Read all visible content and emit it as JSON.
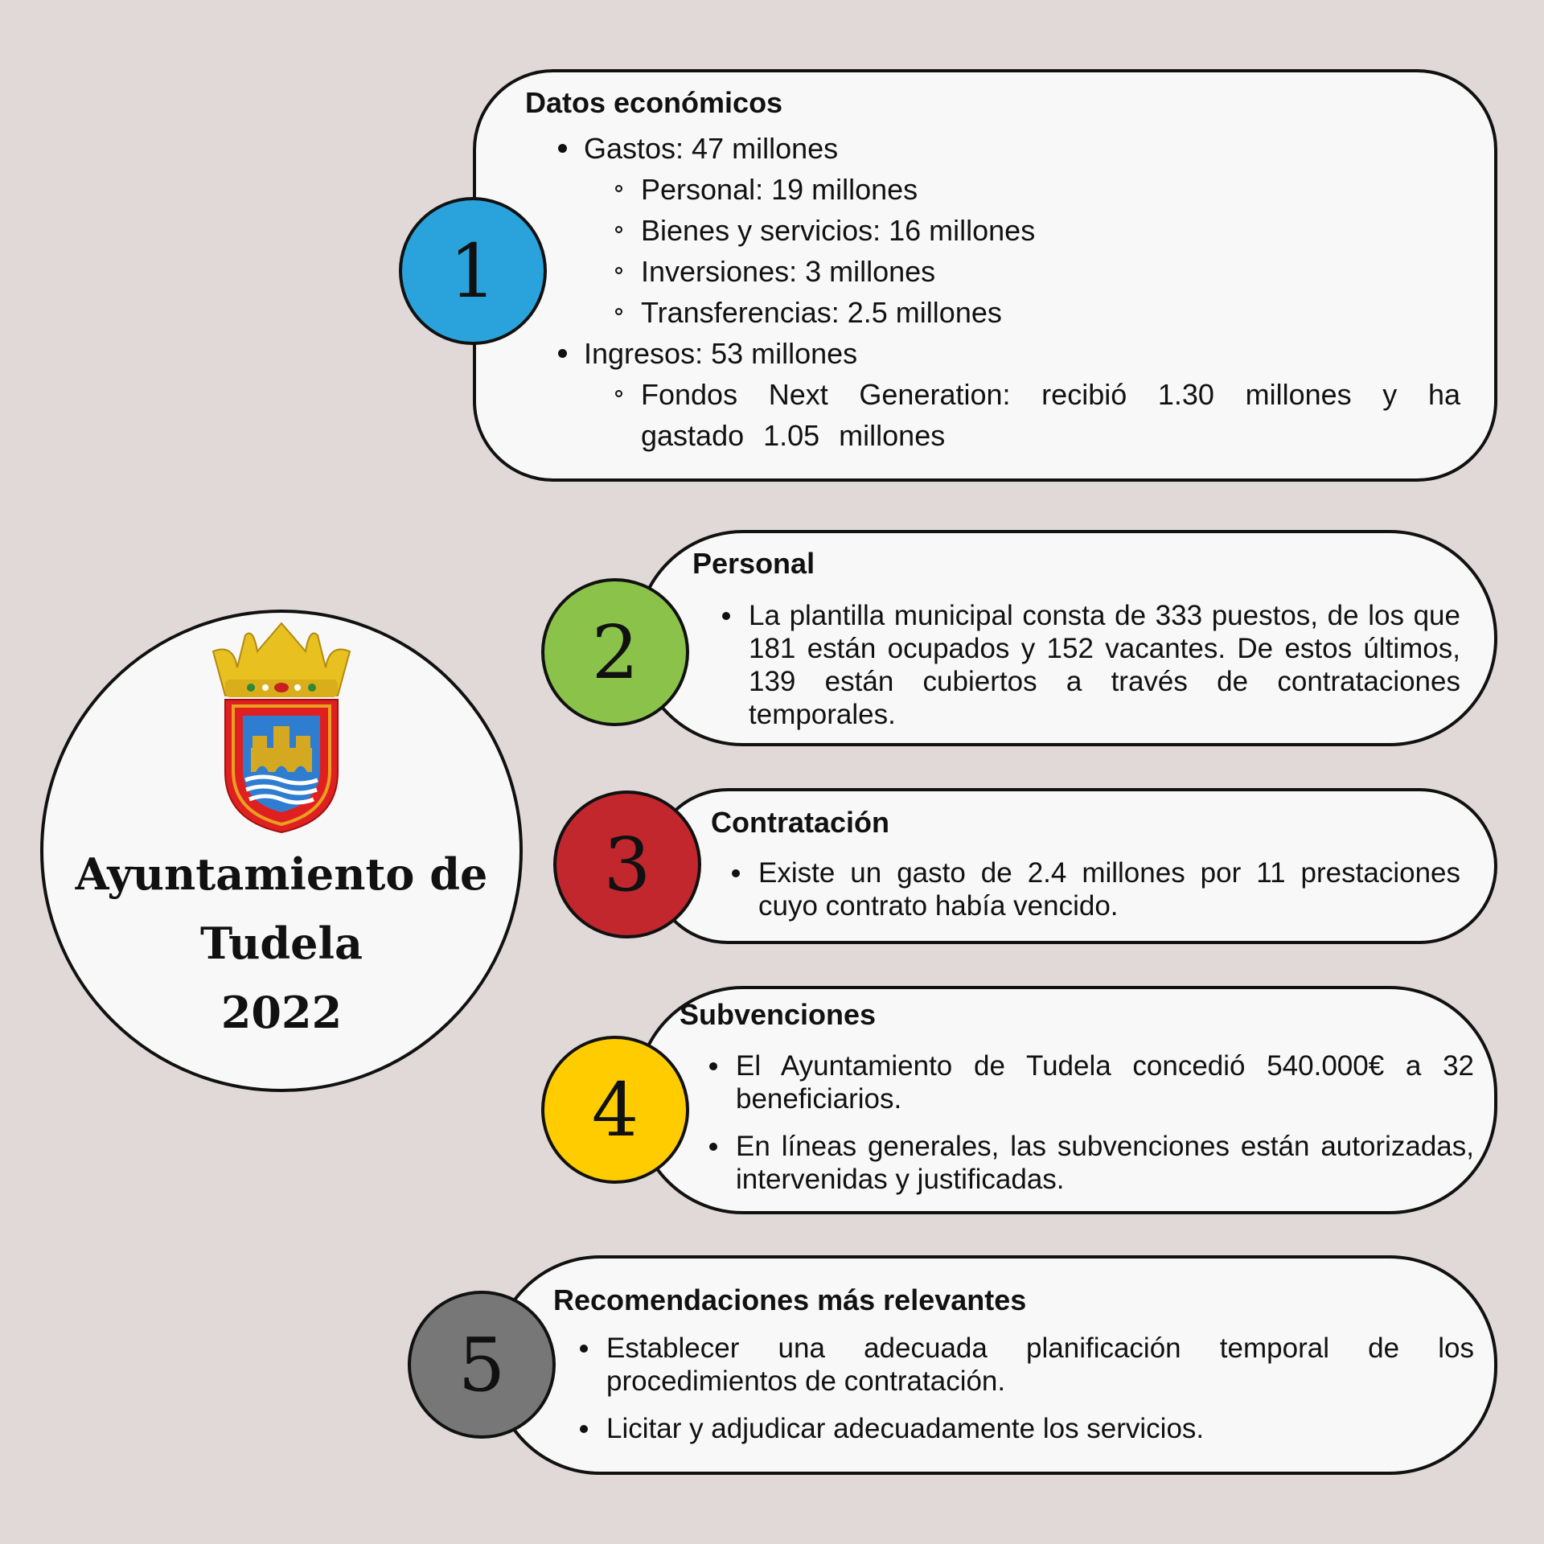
{
  "logo": {
    "title_line1": "Ayuntamiento de",
    "title_line2": "Tudela",
    "title_line3": "2022"
  },
  "colors": {
    "blue": "#2aa3dc",
    "green": "#8bc34a",
    "red": "#c1272d",
    "yellow": "#ffcc00",
    "grey": "#777777",
    "background": "#e0d9d7"
  },
  "sections": [
    {
      "number": "1",
      "title": "Datos económicos",
      "items": [
        "Gastos: 47 millones",
        "Personal: 19 millones",
        "Bienes y servicios: 16 millones",
        "Inversiones: 3 millones",
        "Transferencias: 2.5 millones",
        "Ingresos: 53 millones",
        "Fondos Next Generation: recibió 1.30 millones y ha gastado 1.05 millones"
      ]
    },
    {
      "number": "2",
      "title": "Personal",
      "items": [
        "La plantilla municipal consta de 333 puestos, de los que 181 están ocupados y 152 vacantes. De estos últimos, 139 están cubiertos a través de contrataciones temporales."
      ]
    },
    {
      "number": "3",
      "title": "Contratación",
      "items": [
        "Existe un gasto de 2.4 millones por 11 prestaciones cuyo contrato había vencido."
      ]
    },
    {
      "number": "4",
      "title": "Subvenciones",
      "items": [
        "El Ayuntamiento de Tudela concedió 540.000€ a 32 beneficiarios.",
        "En líneas generales, las subvenciones están autorizadas, intervenidas y justificadas."
      ]
    },
    {
      "number": "5",
      "title": "Recomendaciones más relevantes",
      "items": [
        "Establecer una adecuada planificación temporal de los procedimientos de contratación.",
        "Licitar y adjudicar adecuadamente los servicios."
      ]
    }
  ]
}
